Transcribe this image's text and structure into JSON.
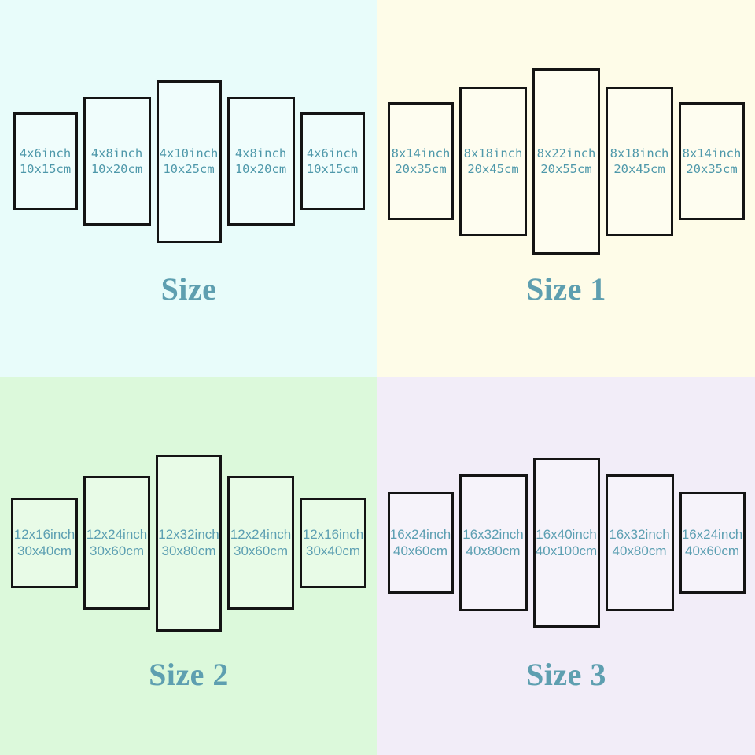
{
  "colors": {
    "title": "#5E9FB0",
    "border": "#141414",
    "panel_fill": "rgba(255,255,255,0.35)"
  },
  "quadrants": [
    {
      "title": "Size",
      "bg": "#E8FCFA",
      "text_color": "#4E98AA",
      "panels": [
        {
          "inch": "4x6inch",
          "cm": "10x15cm"
        },
        {
          "inch": "4x8inch",
          "cm": "10x20cm"
        },
        {
          "inch": "4x10inch",
          "cm": "10x25cm"
        },
        {
          "inch": "4x8inch",
          "cm": "10x20cm"
        },
        {
          "inch": "4x6inch",
          "cm": "10x15cm"
        }
      ]
    },
    {
      "title": "Size 1",
      "bg": "#FEFCE8",
      "text_color": "#4E98AA",
      "panels": [
        {
          "inch": "8x14inch",
          "cm": "20x35cm"
        },
        {
          "inch": "8x18inch",
          "cm": "20x45cm"
        },
        {
          "inch": "8x22inch",
          "cm": "20x55cm"
        },
        {
          "inch": "8x18inch",
          "cm": "20x45cm"
        },
        {
          "inch": "8x14inch",
          "cm": "20x35cm"
        }
      ]
    },
    {
      "title": "Size 2",
      "bg": "#DCF9DB",
      "text_color": "#5C9FB2",
      "panels": [
        {
          "inch": "12x16inch",
          "cm": "30x40cm"
        },
        {
          "inch": "12x24inch",
          "cm": "30x60cm"
        },
        {
          "inch": "12x32inch",
          "cm": "30x80cm"
        },
        {
          "inch": "12x24inch",
          "cm": "30x60cm"
        },
        {
          "inch": "12x16inch",
          "cm": "30x40cm"
        }
      ]
    },
    {
      "title": "Size 3",
      "bg": "#F2EDF8",
      "text_color": "#5C9FB2",
      "panels": [
        {
          "inch": "16x24inch",
          "cm": "40x60cm"
        },
        {
          "inch": "16x32inch",
          "cm": "40x80cm"
        },
        {
          "inch": "16x40inch",
          "cm": "40x100cm"
        },
        {
          "inch": "16x32inch",
          "cm": "40x80cm"
        },
        {
          "inch": "16x24inch",
          "cm": "40x60cm"
        }
      ]
    }
  ]
}
